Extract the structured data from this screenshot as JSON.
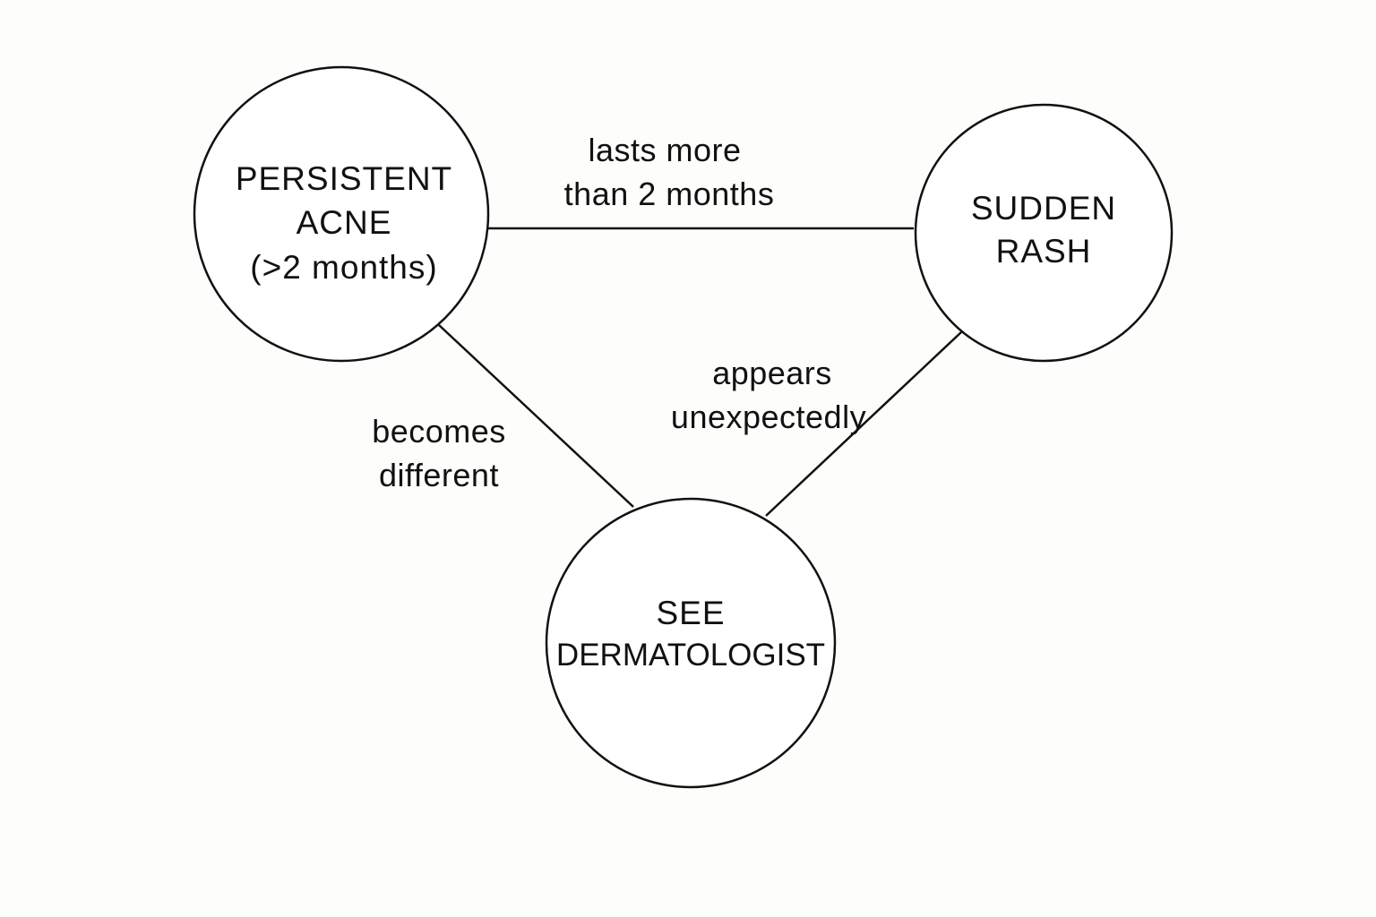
{
  "colors": {
    "background": "#fdfdfb",
    "stroke": "#111111",
    "node_fill": "#ffffff"
  },
  "nodes": {
    "persistent_acne": {
      "line1": "PERSISTENT",
      "line2": "ACNE",
      "line3": "(>2 months)"
    },
    "sudden_rash": {
      "line1": "SUDDEN",
      "line2": "RASH"
    },
    "see_dermatologist": {
      "line1": "SEE",
      "line2": "DERMATOLOGIST"
    }
  },
  "edges": {
    "acne_to_rash": {
      "line1": "lasts more",
      "line2": "than 2 months"
    },
    "acne_to_dermatologist": {
      "line1": "becomes",
      "line2": "different"
    },
    "rash_to_dermatologist": {
      "line1": "appears",
      "line2": "unexpectedly"
    }
  }
}
